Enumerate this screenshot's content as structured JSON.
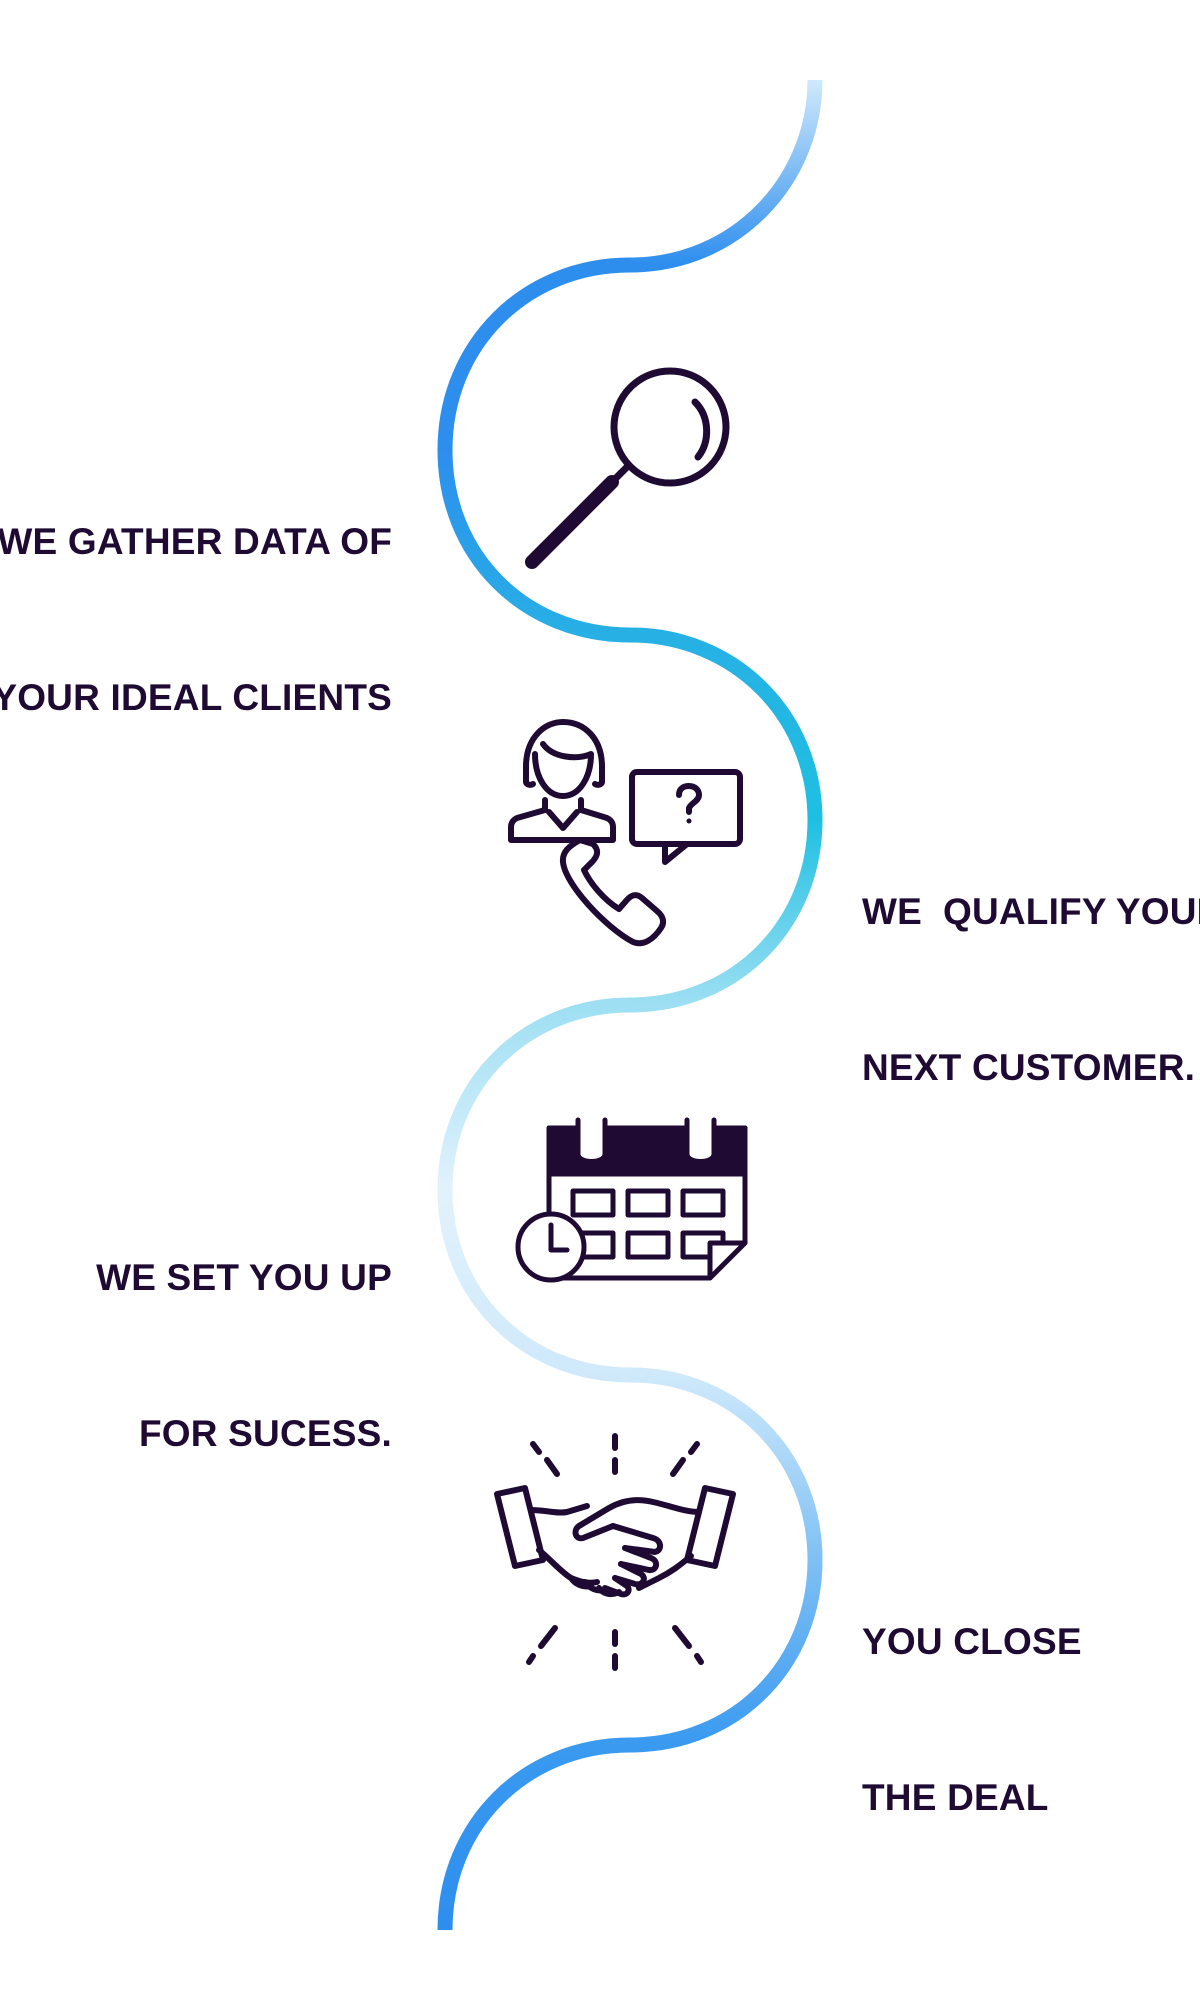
{
  "colors": {
    "ink": "#1f0a33",
    "wave_dark_blue": "#2d8eee",
    "wave_cyan": "#1ec0e2",
    "wave_pale_blue": "#cfe9fb"
  },
  "steps": [
    {
      "line1": "WE GATHER DATA OF",
      "line2": "YOUR IDEAL CLIENTS",
      "icon": "magnifying-glass-icon"
    },
    {
      "line1": "WE  QUALIFY YOUR",
      "line2": "NEXT CUSTOMER.",
      "icon": "call-agent-icon"
    },
    {
      "line1": "WE SET YOU UP",
      "line2": "FOR SUCESS.",
      "icon": "calendar-clock-icon"
    },
    {
      "line1": "YOU CLOSE",
      "line2": "THE DEAL",
      "icon": "handshake-icon"
    }
  ]
}
